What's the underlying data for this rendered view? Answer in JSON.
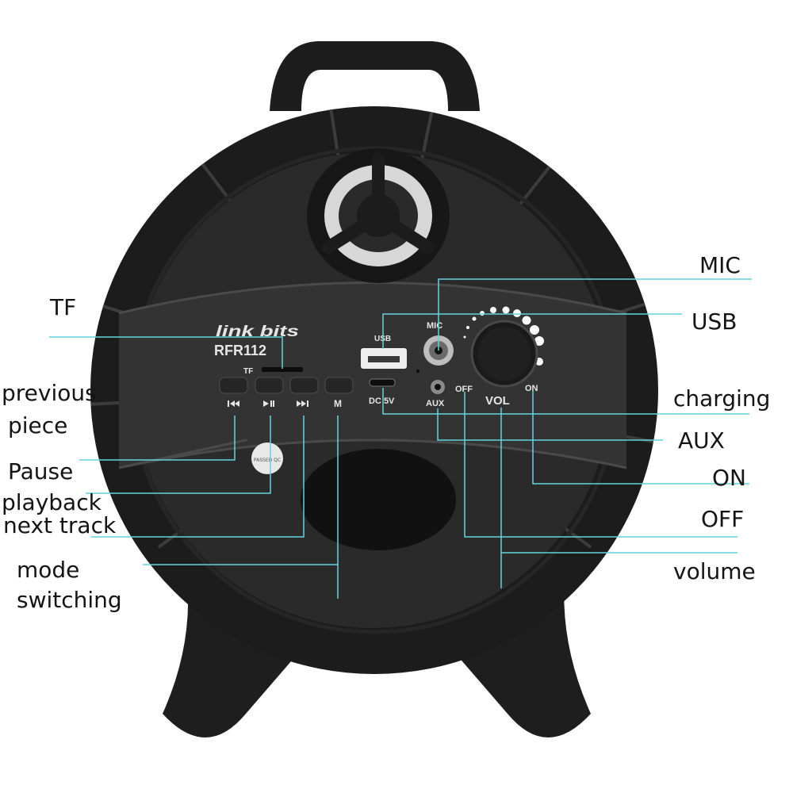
{
  "device": {
    "brand": "link bits",
    "model": "RFR112",
    "printed": {
      "tf": "TF",
      "usb": "USB",
      "mic": "MIC",
      "dc": "DC 5V",
      "aux": "AUX",
      "off": "OFF",
      "on": "ON",
      "vol": "VOL",
      "mode": "M"
    },
    "sticker": "PASSED QC"
  },
  "labels": {
    "mic": "MIC",
    "tf": "TF",
    "usb": "USB",
    "previous_1": "previous",
    "previous_2": "piece",
    "charging": "charging",
    "aux": "AUX",
    "pause_1": "Pause",
    "pause_2": "playback",
    "on": "ON",
    "next": "next track",
    "off": "OFF",
    "mode_1": "mode",
    "mode_2": "switching",
    "volume": "volume"
  },
  "colors": {
    "leader_line": "#62d4dd",
    "body": "#1c1c1c",
    "panel": "#303030",
    "print": "#e6e6e6"
  }
}
